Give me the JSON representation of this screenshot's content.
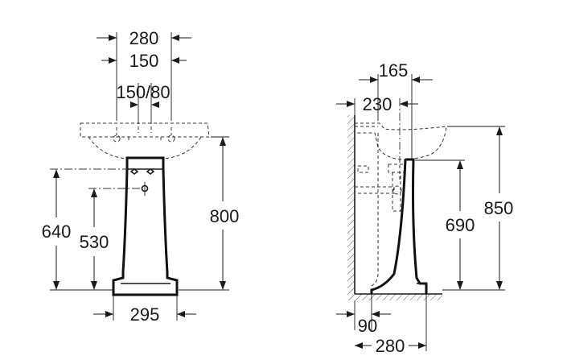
{
  "front_view": {
    "dims": {
      "width_top": "280",
      "tap_spacing": "150",
      "tap_options": "150/80",
      "height_rim": "800",
      "height_fix_640": "640",
      "height_fix_530": "530",
      "base_width": "295"
    }
  },
  "side_view": {
    "dims": {
      "depth_165": "165",
      "depth_230": "230",
      "height_rim": "850",
      "height_690": "690",
      "wall_90": "90",
      "depth_base": "280"
    }
  },
  "colors": {
    "line": "#1a1a1a",
    "background": "#ffffff"
  }
}
